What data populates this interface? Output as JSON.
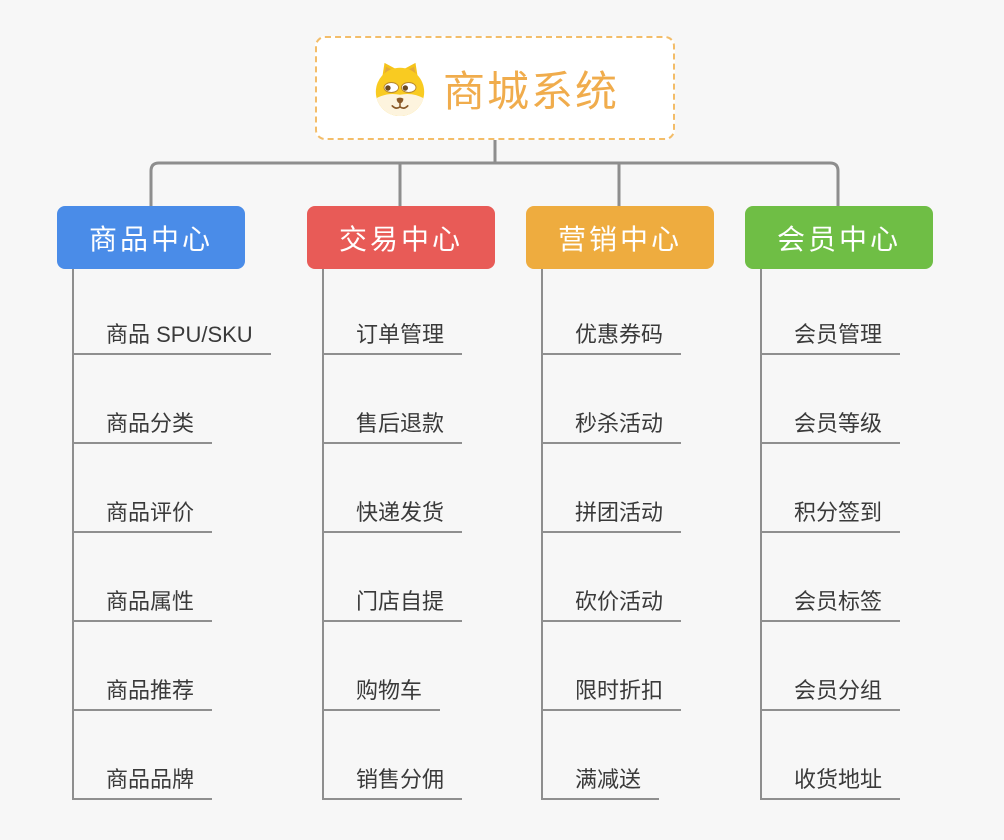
{
  "canvas": {
    "background": "#F7F7F7",
    "connector_color": "#8E8E8E",
    "leaf_underline_color": "#8F8F8F",
    "leaf_text_color": "#3A3A3A"
  },
  "root": {
    "title": "商城系统",
    "icon": "dog-face-icon",
    "text_color": "#F0AC4C",
    "border_color": "#F3BD69",
    "background": "#FFFFFF"
  },
  "branches": [
    {
      "label": "商品中心",
      "color": "#4A8CE8",
      "children": [
        "商品 SPU/SKU",
        "商品分类",
        "商品评价",
        "商品属性",
        "商品推荐",
        "商品品牌"
      ]
    },
    {
      "label": "交易中心",
      "color": "#E85B57",
      "children": [
        "订单管理",
        "售后退款",
        "快递发货",
        "门店自提",
        "购物车",
        "销售分佣"
      ]
    },
    {
      "label": "营销中心",
      "color": "#EEAC3F",
      "children": [
        "优惠券码",
        "秒杀活动",
        "拼团活动",
        "砍价活动",
        "限时折扣",
        "满减送"
      ]
    },
    {
      "label": "会员中心",
      "color": "#6FBE45",
      "children": [
        "会员管理",
        "会员等级",
        "积分签到",
        "会员标签",
        "会员分组",
        "收货地址"
      ]
    }
  ]
}
